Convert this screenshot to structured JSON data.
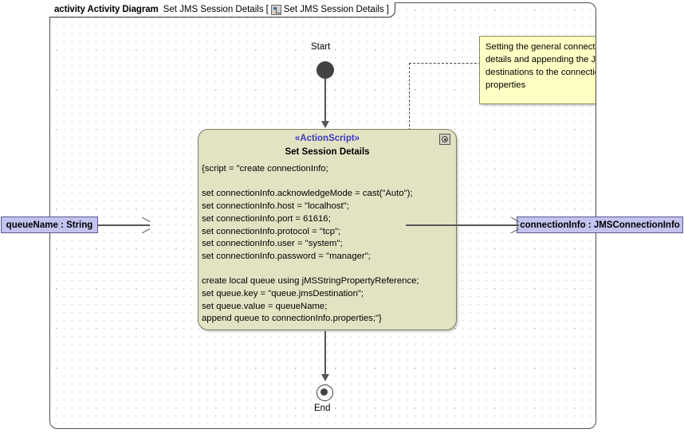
{
  "frame": {
    "keyword": "activity Activity Diagram",
    "diagram_name": "Set JMS Session Details",
    "bracket_open": "[",
    "bracket_close": "]",
    "qualified_name": "Set JMS Session Details",
    "icon": "activity-diagram-icon"
  },
  "nodes": {
    "start": {
      "label": "Start",
      "icon": "initial-node-icon"
    },
    "end": {
      "label": "End",
      "icon": "activity-final-node-icon"
    },
    "action": {
      "stereotype": "«ActionScript»",
      "title": "Set Session Details",
      "icon": "action-node-icon",
      "body": "{script = \"create connectionInfo;\n\nset connectionInfo.acknowledgeMode = cast(\"Auto\");\nset connectionInfo.host = \"localhost\";\nset connectionInfo.port = 61616;\nset connectionInfo.protocol = \"tcp\";\nset connectionInfo.user = \"system\";\nset connectionInfo.password = \"manager\";\n\ncreate local queue using jMSStringPropertyReference;\nset queue.key = \"queue.jmsDestination\";\nset queue.value = queueName;\nappend queue to connectionInfo.properties;\"}"
    }
  },
  "parameters": {
    "input": {
      "label": "queueName : String"
    },
    "output": {
      "label": "connectionInfo : JMSConnectionInfo"
    }
  },
  "note": {
    "text": "Setting the general connection details and appending the JMS destinations to the connection info properties"
  },
  "colors": {
    "action_fill": "#e3e3c4",
    "action_border": "#7b7b5e",
    "stereotype_text": "#3c3cb4",
    "note_fill": "#feffc4",
    "note_border": "#8a8a5a",
    "param_fill": "#c3c3ef",
    "param_border": "#5a5a8c",
    "edge": "#555555",
    "node_fill": "#434343"
  }
}
